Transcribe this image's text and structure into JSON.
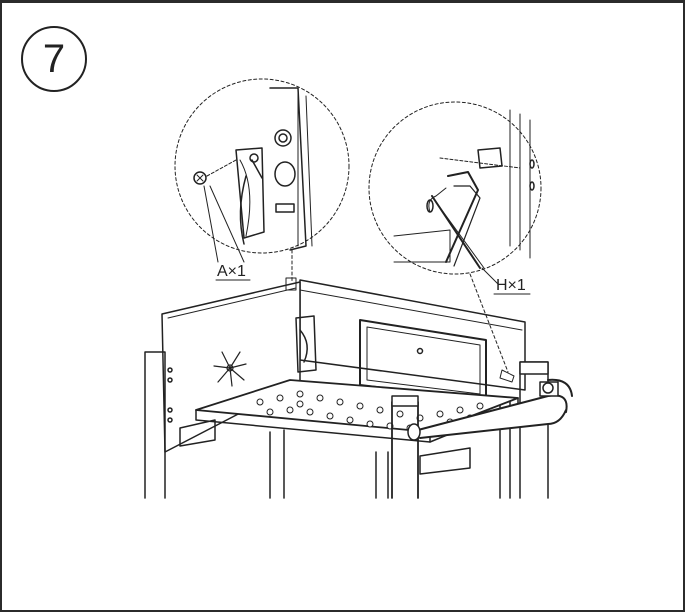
{
  "step": {
    "number": "7"
  },
  "callouts": {
    "screw": {
      "label": "A×1"
    },
    "pin": {
      "label": "H×1"
    }
  }
}
